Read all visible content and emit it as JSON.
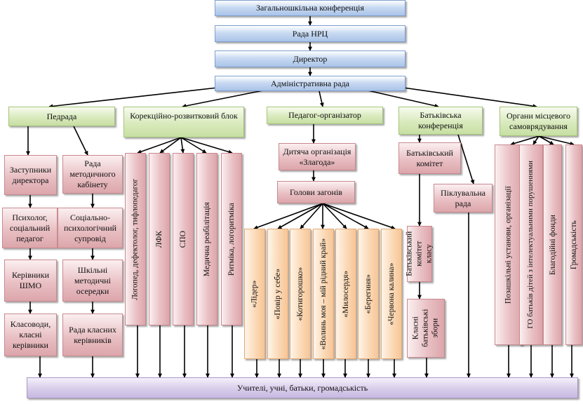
{
  "top": [
    "Загальношкільна конференція",
    "Рада НРЦ",
    "Директор",
    "Адміністративна рада"
  ],
  "level2": [
    "Педрада",
    "Корекційно-розвитковий блок",
    "Педагог-організатор",
    "Батьківська конференція",
    "Органи місцевого самоврядування"
  ],
  "pedrada": {
    "left": [
      "Заступники директора",
      "Психолог, соціальний педагог",
      "Керівники ШМО",
      "Класоводи, класні керівники"
    ],
    "right": [
      "Рада методичного кабінету",
      "Соціально-психологічний супровід",
      "Шкільні методичні осередки",
      "Рада класних керівників"
    ]
  },
  "korek": [
    "Логопед, дефектолог, тифлопедагог",
    "ЛФК",
    "СПО",
    "Медична реабілітація",
    "Ритміка, логоритміка"
  ],
  "org": {
    "child_org": "Дитяча організація «Злагода»",
    "heads": "Голови загонів",
    "squads": [
      "«Лідер»",
      "«Повір у себе»",
      "«Котигорошко»",
      "«Волинь моя – мій рідний край»",
      "«Милосердя»",
      "«Берегиня»",
      "«Червона калина»"
    ]
  },
  "parents": {
    "committee": "Батьківський комітет",
    "trustee": "Піклувальна рада",
    "class_committee": "Батьківський комітет класу",
    "class_meetings": "Класні батьківські збори"
  },
  "local": [
    "Позашкільні установи, організації",
    "ГО батьків дітей з інтелектуальними порушеннями",
    "Благодійні фонди",
    "Громадськість"
  ],
  "bottom": "Учителі, учні, батьки, громадськість"
}
